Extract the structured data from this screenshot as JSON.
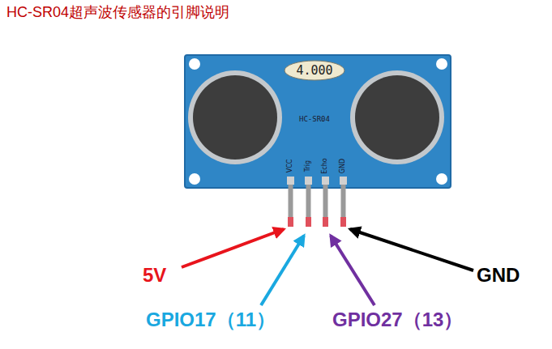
{
  "diagram": {
    "title": "HC-SR04超声波传感器的引脚说明",
    "nodes": [
      {
        "text": [
          "HC-SR04",
          "VCC",
          "Trig",
          "Echo",
          "GND"
        ]
      },
      {
        "text": [
          "4.000"
        ],
        "in": 0
      }
    ],
    "labels": [
      "5V",
      "GND",
      "GPIO17（11）",
      "GPIO27（13）"
    ]
  }
}
